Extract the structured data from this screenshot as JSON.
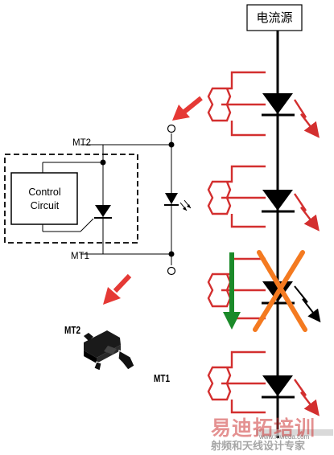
{
  "labels": {
    "power_source": "电流源",
    "control_circuit": "Control Circuit",
    "mt2": "MT2",
    "mt1": "MT1",
    "package_mt2": "MT2",
    "package_mt1": "MT1"
  },
  "watermark": {
    "brand": "易迪拓培训",
    "subtitle": "射频和天线设计专家",
    "site": "www.mweda.com"
  },
  "led_string": {
    "led_count": 4,
    "failed_led_index": 3
  },
  "colors": {
    "protection_circuit": "#d32f2f",
    "arrow_red": "#e53935",
    "light_arrow_red": "#d32f2f",
    "current_arrow_green": "#1b8a2a",
    "fail_cross_orange": "#f47a20",
    "line_black": "#000000"
  },
  "icons": [
    "diode-icon",
    "light-emission-icon",
    "triac-icon",
    "sot23-package-icon",
    "fail-cross-icon"
  ]
}
